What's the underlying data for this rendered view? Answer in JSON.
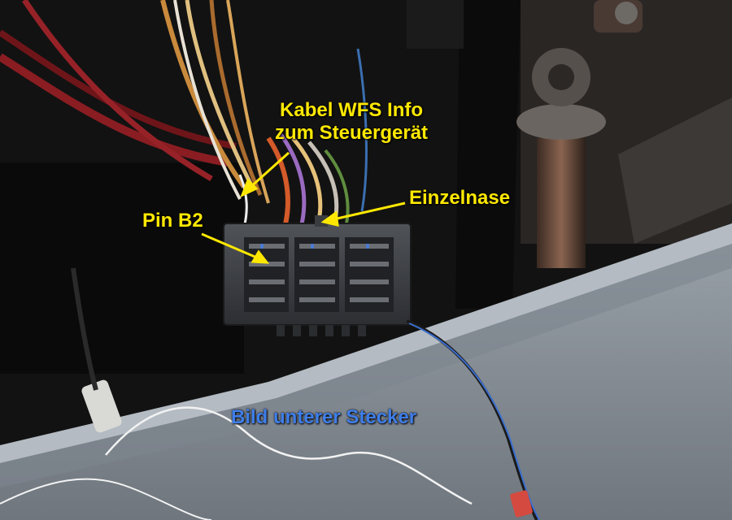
{
  "annotations": {
    "cable_label_line1": "Kabel WFS Info",
    "cable_label_line2": "zum Steuergerät",
    "nose_label": "Einzelnase",
    "pin_label": "Pin B2",
    "caption": "Bild unterer Stecker"
  },
  "colors": {
    "annotation_text": "#ffe800",
    "arrow": "#ffe800",
    "caption_text": "#3f7ee8"
  }
}
